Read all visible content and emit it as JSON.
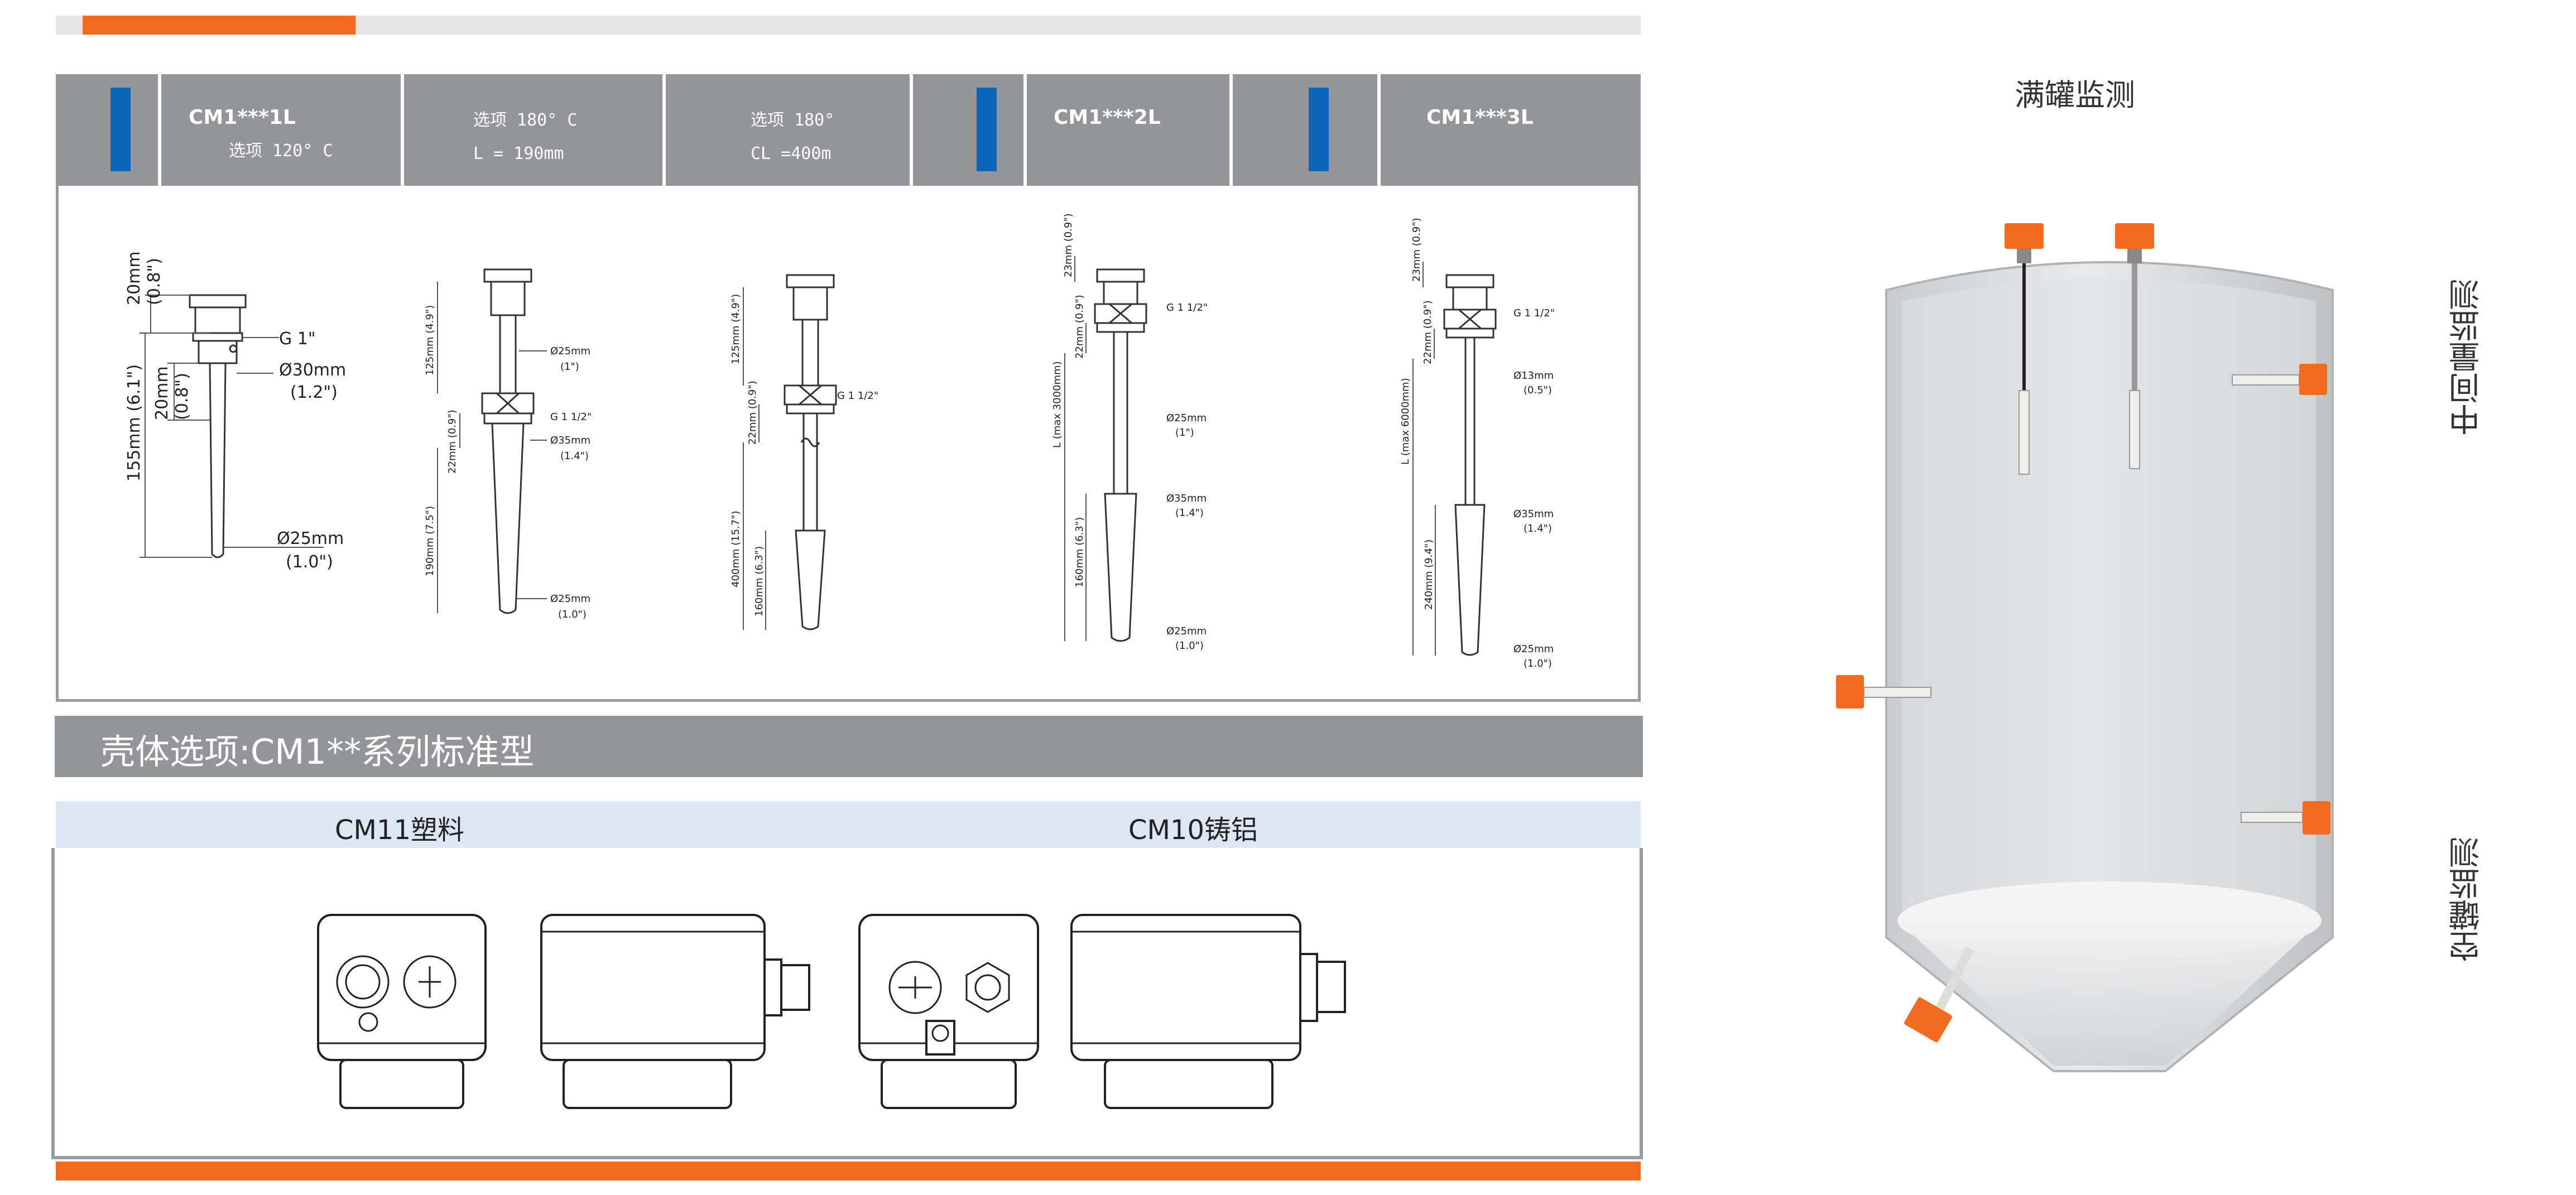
{
  "progress": {
    "fraction": 0.175
  },
  "probes_header": {
    "col1_model": "CM1***1L",
    "col1_option": "选项 120° C",
    "col2_option": "选项 180° C",
    "col2_length": "L = 190mm",
    "col3_option": "选项 180°",
    "col3_length": "CL =400m",
    "col4_model": "CM1***2L",
    "col5_model": "CM1***3L"
  },
  "probes": {
    "p1": {
      "top_h": "20mm",
      "top_h_in": "(0.8\")",
      "thread": "G 1\"",
      "d1": "Ø30mm",
      "d1_in": "(1.2\")",
      "mid_h": "20mm",
      "mid_h_in": "(0.8\")",
      "length": "155mm (6.1\")",
      "d2": "Ø25mm",
      "d2_in": "(1.0\")"
    },
    "p2": {
      "upper": "125mm (4.9\")",
      "d1": "Ø25mm",
      "d1_in": "(1\")",
      "thread": "G 1 1/2\"",
      "mid": "22mm (0.9\")",
      "d2": "Ø35mm",
      "d2_in": "(1.4\")",
      "lower": "190mm (7.5\")",
      "d3": "Ø25mm",
      "d3_in": "(1.0\")"
    },
    "p3": {
      "upper": "125mm (4.9\")",
      "thread": "G 1 1/2\"",
      "mid": "22mm (0.9\")",
      "total": "400mm (15.7\")",
      "lower": "160mm (6.3\")"
    },
    "p4": {
      "top": "23mm (0.9\")",
      "thread": "G 1 1/2\"",
      "mid": "22mm (0.9\")",
      "length": "L (max 3000mm)",
      "d1": "Ø25mm",
      "d1_in": "(1\")",
      "d2": "Ø35mm",
      "d2_in": "(1.4\")",
      "lower": "160mm (6.3\")",
      "d3": "Ø25mm",
      "d3_in": "(1.0\")"
    },
    "p5": {
      "top": "23mm (0.9\")",
      "thread": "G 1 1/2\"",
      "mid": "22mm (0.9\")",
      "length": "L (max 6000mm)",
      "d1": "Ø13mm",
      "d1_in": "(0.5\")",
      "d2": "Ø35mm",
      "d2_in": "(1.4\")",
      "lower": "240mm (9.4\")",
      "d3": "Ø25mm",
      "d3_in": "(1.0\")"
    }
  },
  "housing": {
    "title": "壳体选项:CM1**系列标准型",
    "plastic_label": "CM11塑料",
    "aluminum_label": "CM10铸铝"
  },
  "tank": {
    "full_label": "满罐监测",
    "mid_label": "中间量监测",
    "empty_label": "空罐监测"
  },
  "colors": {
    "accent": "#f26b21",
    "header_gray": "#939598",
    "blue": "#0a66b6",
    "material_bg": "#dde6f3"
  }
}
